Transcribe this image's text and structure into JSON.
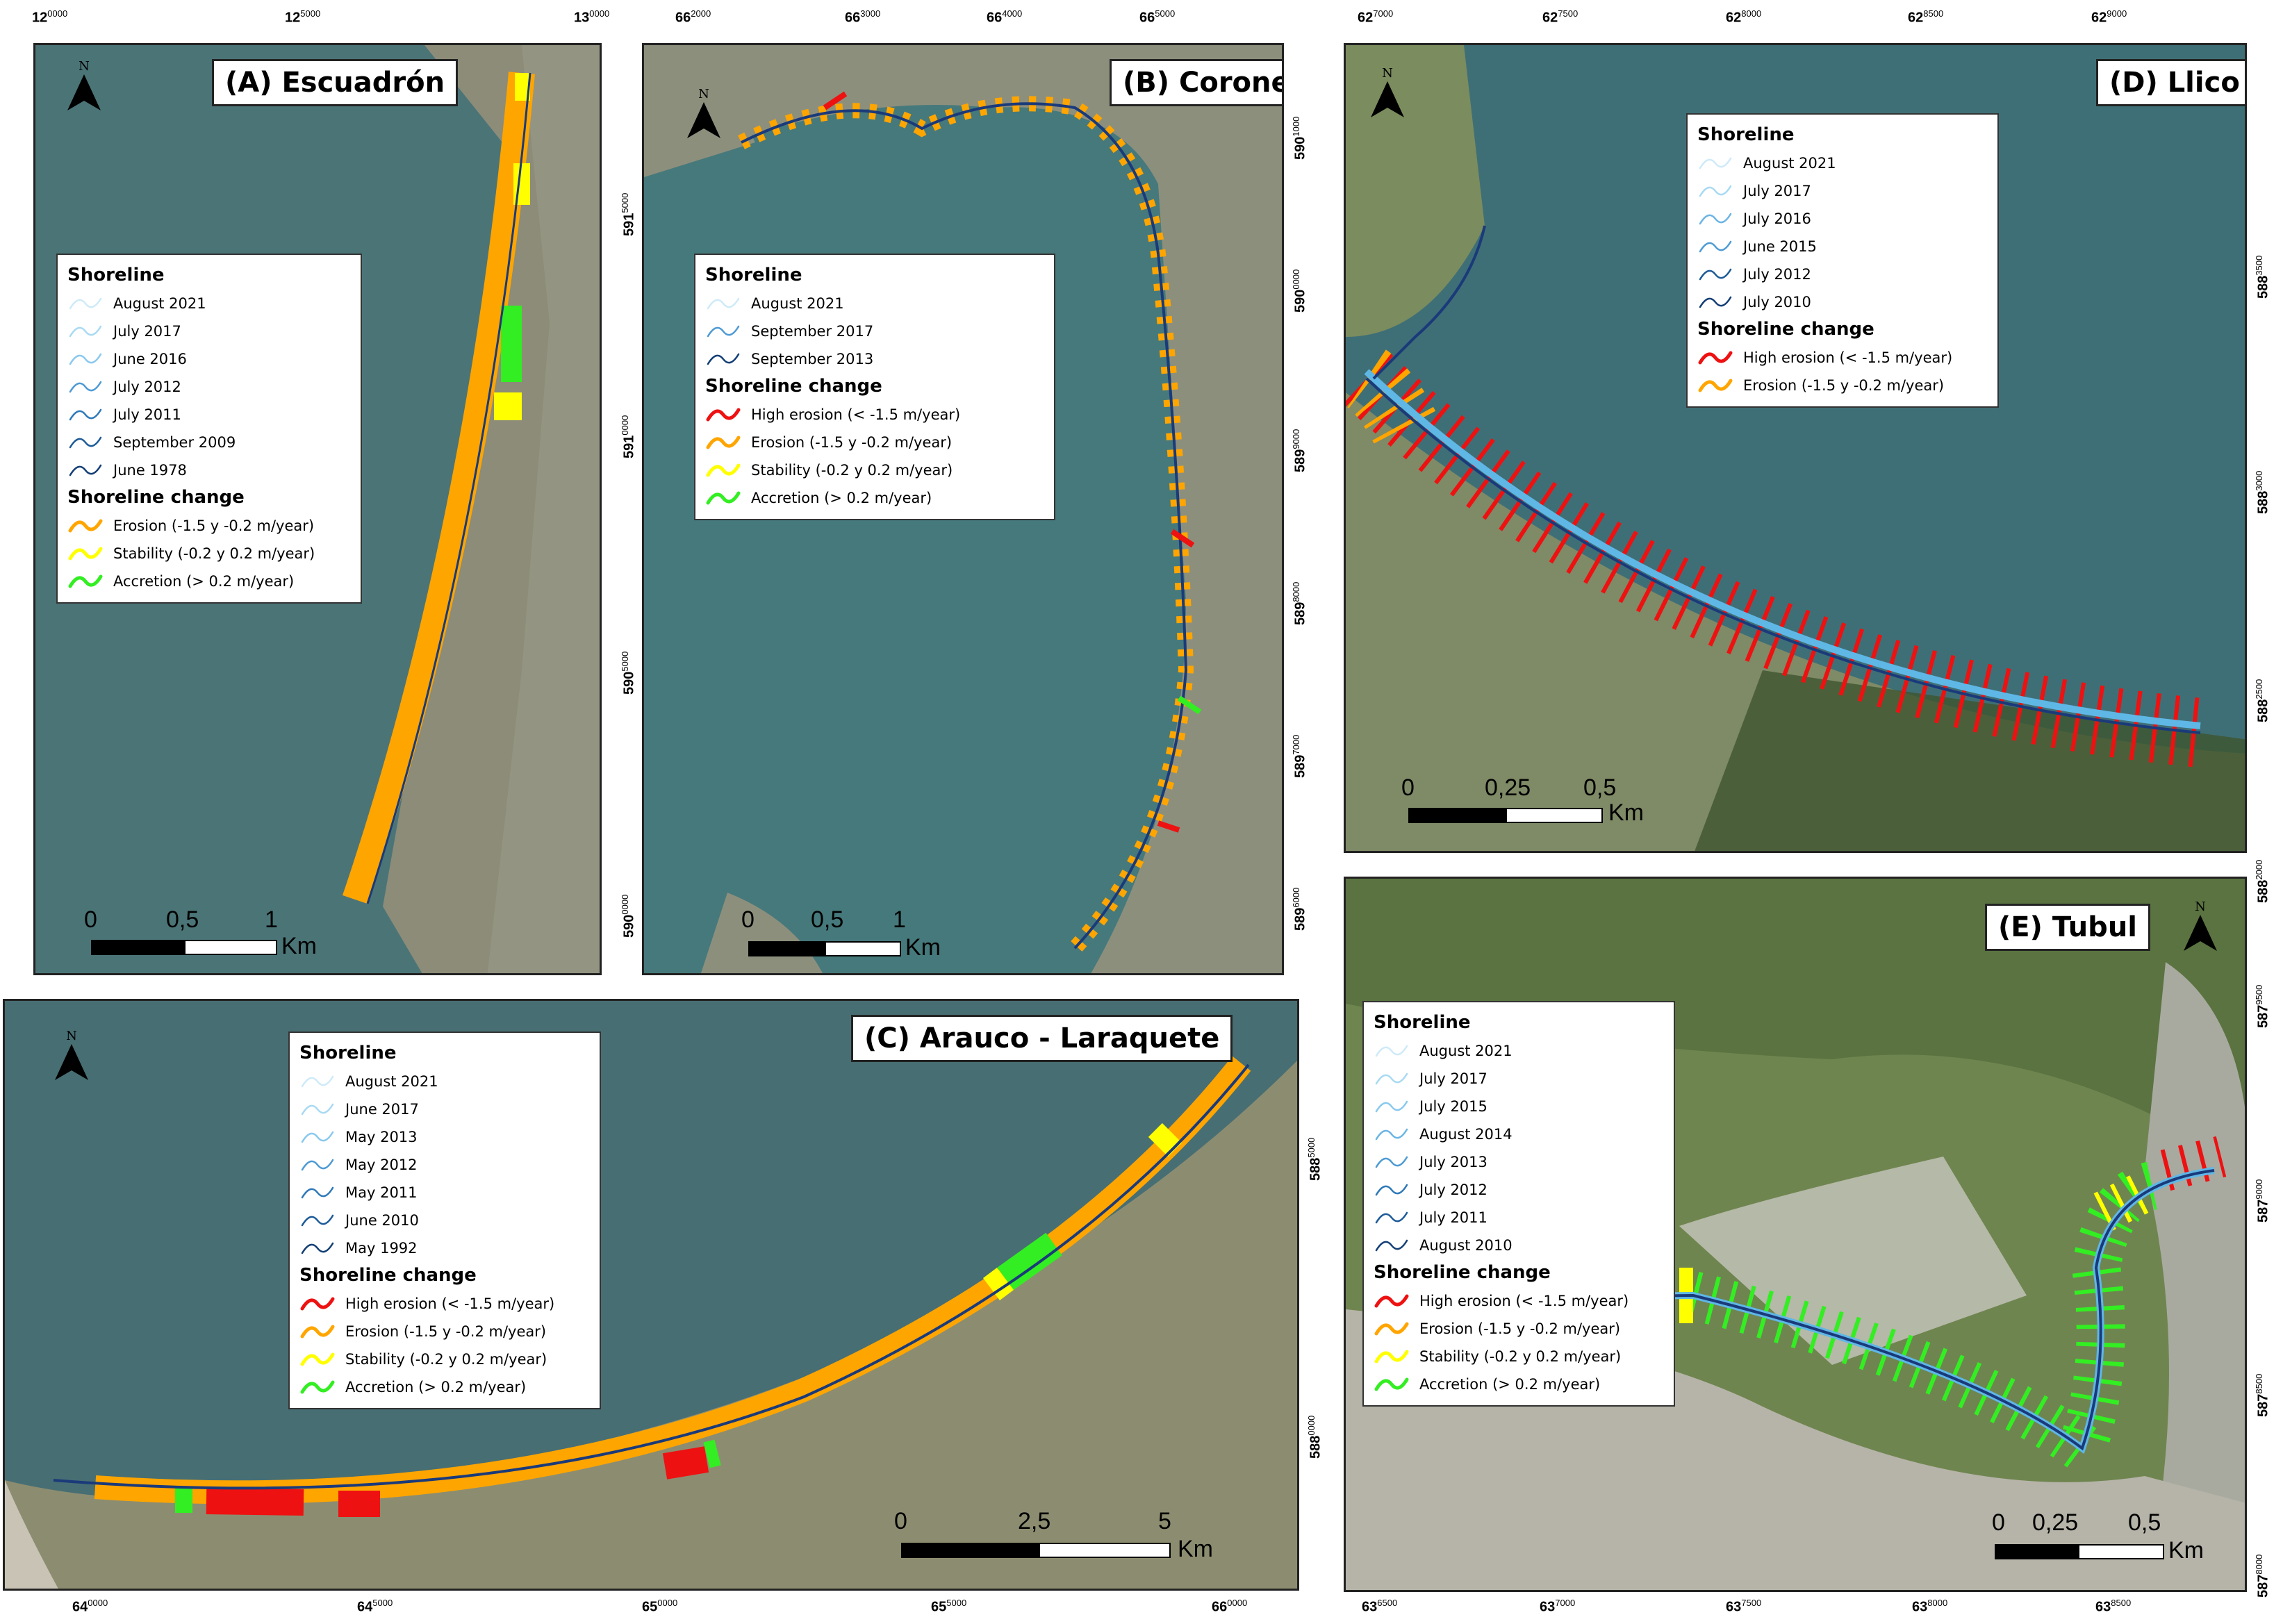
{
  "panels": {
    "A": {
      "title": "(A) Escuadrón",
      "north": "N",
      "legend": {
        "shoreline_heading": "Shoreline",
        "shorelines": [
          "August 2021",
          "July 2017",
          "June 2016",
          "July 2012",
          "July 2011",
          "September 2009",
          "June 1978"
        ],
        "change_heading": "Shoreline change",
        "changes": [
          {
            "label": "Erosion (-1.5 y -0.2 m/year)",
            "color": "#ffa500"
          },
          {
            "label": "Stability (-0.2 y 0.2 m/year)",
            "color": "#ffff00"
          },
          {
            "label": "Accretion (> 0.2 m/year)",
            "color": "#33ee22"
          }
        ]
      },
      "scale": {
        "l0": "0",
        "l1": "0,5",
        "l2": "1",
        "unit": "Km"
      },
      "top_ticks": [
        {
          "big": "12",
          "small": "0000"
        },
        {
          "big": "12",
          "small": "5000"
        },
        {
          "big": "13",
          "small": "0000"
        }
      ],
      "side_ticks": [
        {
          "big": "591",
          "small": "5000"
        },
        {
          "big": "591",
          "small": "0000"
        },
        {
          "big": "590",
          "small": "5000"
        },
        {
          "big": "590",
          "small": "0000"
        }
      ]
    },
    "B": {
      "title": "(B) Coronel",
      "north": "N",
      "legend": {
        "shoreline_heading": "Shoreline",
        "shorelines": [
          "August 2021",
          "September 2017",
          "September 2013"
        ],
        "change_heading": "Shoreline change",
        "changes": [
          {
            "label": "High erosion (< -1.5 m/year)",
            "color": "#ee1111"
          },
          {
            "label": "Erosion (-1.5 y -0.2 m/year)",
            "color": "#ffa500"
          },
          {
            "label": "Stability (-0.2 y 0.2 m/year)",
            "color": "#ffff00"
          },
          {
            "label": "Accretion (> 0.2 m/year)",
            "color": "#33ee22"
          }
        ]
      },
      "scale": {
        "l0": "0",
        "l1": "0,5",
        "l2": "1",
        "unit": "Km"
      },
      "top_ticks": [
        {
          "big": "66",
          "small": "2000"
        },
        {
          "big": "66",
          "small": "3000"
        },
        {
          "big": "66",
          "small": "4000"
        },
        {
          "big": "66",
          "small": "5000"
        }
      ],
      "side_ticks": [
        {
          "big": "590",
          "small": "1000"
        },
        {
          "big": "590",
          "small": "0000"
        },
        {
          "big": "589",
          "small": "9000"
        },
        {
          "big": "589",
          "small": "8000"
        },
        {
          "big": "589",
          "small": "7000"
        },
        {
          "big": "589",
          "small": "6000"
        }
      ]
    },
    "C": {
      "title": "(C) Arauco - Laraquete",
      "north": "N",
      "legend": {
        "shoreline_heading": "Shoreline",
        "shorelines": [
          "August 2021",
          "June 2017",
          "May 2013",
          "May 2012",
          "May 2011",
          "June 2010",
          "May 1992"
        ],
        "change_heading": "Shoreline change",
        "changes": [
          {
            "label": "High erosion (< -1.5 m/year)",
            "color": "#ee1111"
          },
          {
            "label": "Erosion (-1.5 y -0.2 m/year)",
            "color": "#ffa500"
          },
          {
            "label": "Stability (-0.2 y 0.2 m/year)",
            "color": "#ffff00"
          },
          {
            "label": "Accretion (> 0.2 m/year)",
            "color": "#33ee22"
          }
        ]
      },
      "scale": {
        "l0": "0",
        "l1": "2,5",
        "l2": "5",
        "unit": "Km"
      },
      "bottom_ticks": [
        {
          "big": "64",
          "small": "0000"
        },
        {
          "big": "64",
          "small": "5000"
        },
        {
          "big": "65",
          "small": "0000"
        },
        {
          "big": "65",
          "small": "5000"
        },
        {
          "big": "66",
          "small": "0000"
        }
      ],
      "side_ticks": [
        {
          "big": "588",
          "small": "5000"
        },
        {
          "big": "588",
          "small": "0000"
        }
      ]
    },
    "D": {
      "title": "(D) Llico",
      "north": "N",
      "legend": {
        "shoreline_heading": "Shoreline",
        "shorelines": [
          "August 2021",
          "July 2017",
          "July 2016",
          "June 2015",
          "July 2012",
          "July 2010"
        ],
        "change_heading": "Shoreline change",
        "changes": [
          {
            "label": "High erosion (< -1.5 m/year)",
            "color": "#ee1111"
          },
          {
            "label": "Erosion (-1.5 y -0.2 m/year)",
            "color": "#ffa500"
          }
        ]
      },
      "scale": {
        "l0": "0",
        "l1": "0,25",
        "l2": "0,5",
        "unit": "Km"
      },
      "top_ticks": [
        {
          "big": "62",
          "small": "7000"
        },
        {
          "big": "62",
          "small": "7500"
        },
        {
          "big": "62",
          "small": "8000"
        },
        {
          "big": "62",
          "small": "8500"
        },
        {
          "big": "62",
          "small": "9000"
        }
      ],
      "side_ticks": [
        {
          "big": "588",
          "small": "3500"
        },
        {
          "big": "588",
          "small": "3000"
        },
        {
          "big": "588",
          "small": "2500"
        },
        {
          "big": "588",
          "small": "2000"
        }
      ]
    },
    "E": {
      "title": "(E) Tubul",
      "north": "N",
      "legend": {
        "shoreline_heading": "Shoreline",
        "shorelines": [
          "August 2021",
          "July 2017",
          "July 2015",
          "August 2014",
          "July 2013",
          "July 2012",
          "July 2011",
          "August 2010"
        ],
        "change_heading": "Shoreline change",
        "changes": [
          {
            "label": "High erosion (< -1.5 m/year)",
            "color": "#ee1111"
          },
          {
            "label": "Erosion (-1.5 y -0.2 m/year)",
            "color": "#ffa500"
          },
          {
            "label": "Stability (-0.2 y 0.2 m/year)",
            "color": "#ffff00"
          },
          {
            "label": "Accretion (> 0.2 m/year)",
            "color": "#33ee22"
          }
        ]
      },
      "scale": {
        "l0": "0",
        "l1": "0,25",
        "l2": "0,5",
        "unit": "Km"
      },
      "bottom_ticks": [
        {
          "big": "63",
          "small": "6500"
        },
        {
          "big": "63",
          "small": "7000"
        },
        {
          "big": "63",
          "small": "7500"
        },
        {
          "big": "63",
          "small": "8000"
        },
        {
          "big": "63",
          "small": "8500"
        }
      ],
      "side_ticks": [
        {
          "big": "587",
          "small": "9500"
        },
        {
          "big": "587",
          "small": "9000"
        },
        {
          "big": "587",
          "small": "8500"
        },
        {
          "big": "587",
          "small": "8000"
        }
      ]
    }
  },
  "colors": {
    "water": "#3f6f72",
    "land": "#8a8f6c",
    "high_erosion": "#ee1111",
    "erosion": "#ffa500",
    "stability": "#ffff00",
    "accretion": "#33ee22",
    "shoreline": "#1a3a7a"
  }
}
